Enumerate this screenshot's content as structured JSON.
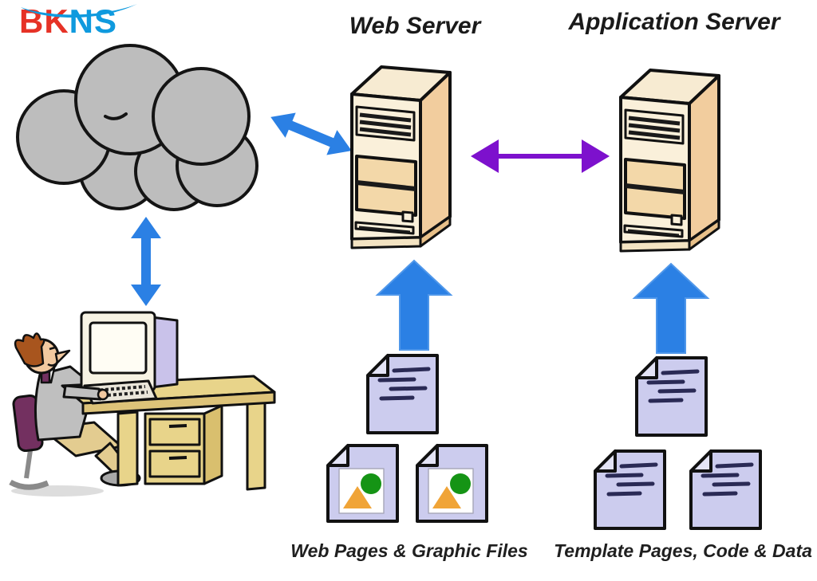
{
  "logo": {
    "prefix": "BK",
    "suffix": "NS",
    "prefix_color": "#e63226",
    "suffix_color": "#0f9ade"
  },
  "titles": {
    "web_server": "Web Server",
    "application_server": "Application Server"
  },
  "captions": {
    "web_files": "Web Pages & Graphic Files",
    "template_files": "Template Pages, Code & Data"
  },
  "colors": {
    "arrow_blue": "#2b80e4",
    "arrow_purple": "#7d11cd",
    "cloud_fill": "#bdbdbd",
    "server_front": "#faf0da",
    "server_side": "#f2cd9e",
    "server_bay": "#f3d8a9",
    "document_fill": "#ccccee",
    "document_line": "#2a2a55",
    "image_triangle": "#f0a437",
    "image_circle": "#159415",
    "desk_tan": "#e8d48a",
    "chair_purple": "#733060",
    "outline": "#111111"
  },
  "diagram": {
    "type": "web-application-architecture",
    "nodes": [
      {
        "id": "internet-cloud",
        "kind": "cloud"
      },
      {
        "id": "user-workstation",
        "kind": "person-at-computer"
      },
      {
        "id": "web-server",
        "kind": "server-tower",
        "label": "Web Server"
      },
      {
        "id": "application-server",
        "kind": "server-tower",
        "label": "Application Server"
      },
      {
        "id": "web-content-files",
        "kind": "documents",
        "label": "Web Pages & Graphic Files"
      },
      {
        "id": "template-files",
        "kind": "documents",
        "label": "Template Pages, Code & Data"
      }
    ],
    "connections": [
      {
        "from": "internet-cloud",
        "to": "web-server",
        "style": "double-arrow",
        "color": "blue"
      },
      {
        "from": "internet-cloud",
        "to": "user-workstation",
        "style": "double-arrow",
        "color": "blue"
      },
      {
        "from": "web-server",
        "to": "application-server",
        "style": "double-arrow",
        "color": "purple"
      },
      {
        "from": "web-content-files",
        "to": "web-server",
        "style": "up-arrow",
        "color": "blue"
      },
      {
        "from": "template-files",
        "to": "application-server",
        "style": "up-arrow",
        "color": "blue"
      }
    ]
  }
}
